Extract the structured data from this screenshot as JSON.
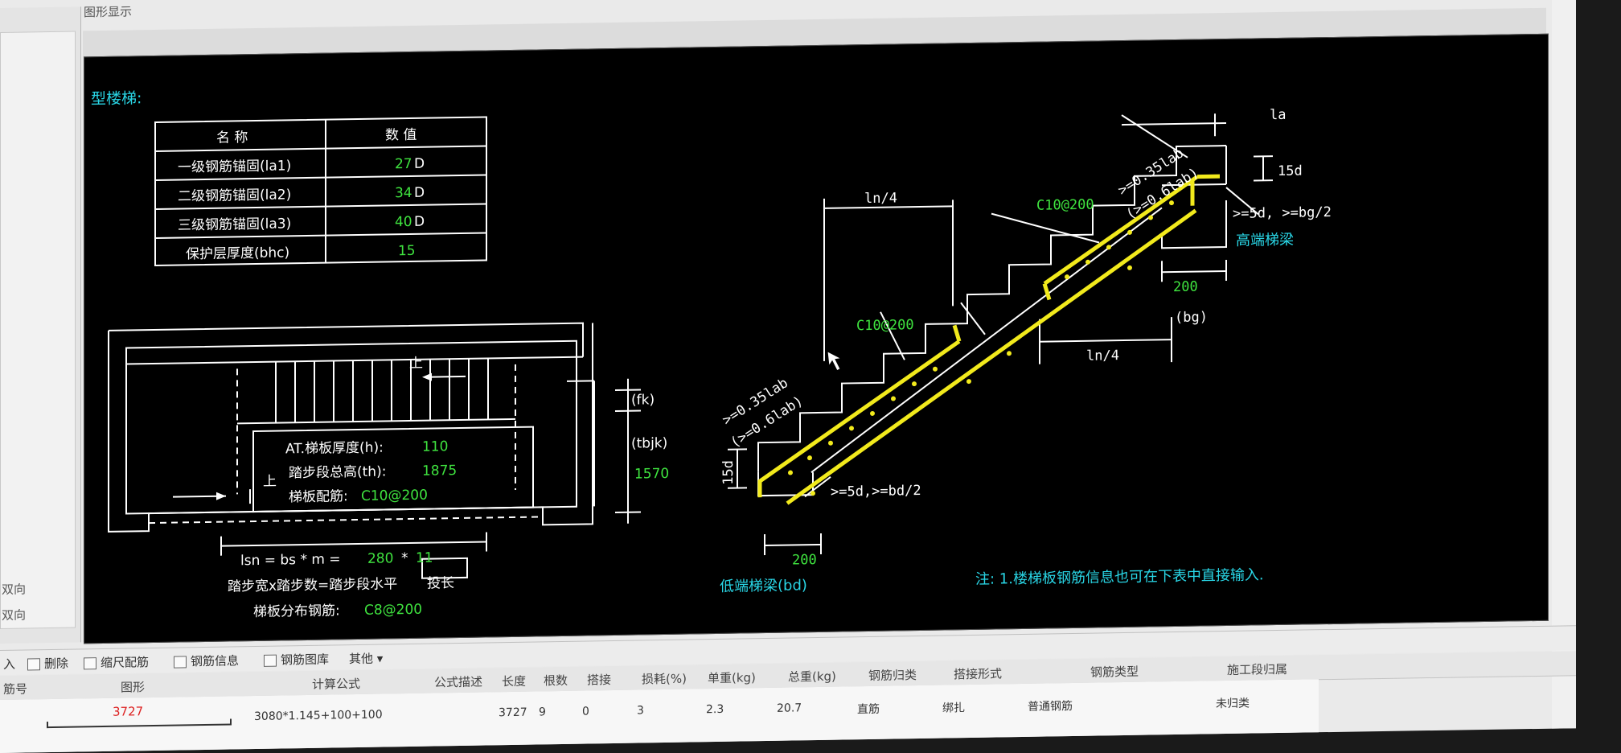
{
  "panel_title": "图形显示",
  "left_panel": {
    "labels": [
      "双向",
      "双向"
    ]
  },
  "drawing": {
    "heading": "型楼梯:",
    "anchorage_table": {
      "headers": [
        "名 称",
        "数 值"
      ],
      "rows": [
        {
          "name": "一级钢筋锚固(la1)",
          "value": "27",
          "unit": "D"
        },
        {
          "name": "二级钢筋锚固(la2)",
          "value": "34",
          "unit": "D"
        },
        {
          "name": "三级钢筋锚固(la3)",
          "value": "40",
          "unit": "D"
        },
        {
          "name": "保护层厚度(bhc)",
          "value": "15",
          "unit": ""
        }
      ]
    },
    "plan": {
      "up_label": "上",
      "up_label_2": "上",
      "thickness_label": "AT.梯板厚度(h):",
      "thickness_value": "110",
      "height_label": "踏步段总高(th):",
      "height_value": "1875",
      "rebar_label": "梯板配筋:",
      "rebar_value": "C10@200",
      "fk_label": "(fk)",
      "tbjk_label": "(tbjk)",
      "tbjk_value": "1570",
      "lsn_formula": "lsn = bs * m =",
      "bs_value": "280",
      "m_value": "11",
      "caption": "踏步宽x踏步数=踏步段水平",
      "caption_box": "投长",
      "dist_label": "梯板分布钢筋:",
      "dist_value": "C8@200"
    },
    "section": {
      "rebar_top": "C10@200",
      "rebar_bottom": "C10@200",
      "la_label": "la",
      "lab_high_1": ">=0.35lab",
      "lab_high_2": "(>=0.6lab)",
      "lab_low_1": ">=0.35lab",
      "lab_low_2": "(>=0.6lab)",
      "ln4_top": "ln/4",
      "ln4_right": "ln/4",
      "d15_right": "15d",
      "d15_left": "15d",
      "high_embed": ">=5d, >=bg/2",
      "low_embed": ">=5d,>=bd/2",
      "high_beam_label": "高端梯梁",
      "high_beam_width": "200",
      "bg_label": "(bg)",
      "low_beam_label": "低端梯梁(bd)",
      "low_beam_width": "200",
      "note": "注: 1.楼梯板钢筋信息也可在下表中直接输入."
    }
  },
  "toolbar": {
    "items": [
      "入",
      "删除",
      "缩尺配筋",
      "钢筋信息",
      "钢筋图库",
      "其他"
    ]
  },
  "table": {
    "headers": [
      "筋号",
      "图形",
      "计算公式",
      "公式描述",
      "长度",
      "根数",
      "搭接",
      "损耗(%)",
      "单重(kg)",
      "总重(kg)",
      "钢筋归类",
      "搭接形式",
      "钢筋类型",
      "施工段归属"
    ],
    "row": {
      "shape_length": "3727",
      "formula": "3080*1.145+100+100",
      "length": "3727",
      "count": "9",
      "lap": "0",
      "loss": "3",
      "unit_weight": "2.3",
      "total_weight": "20.7",
      "category": "直筋",
      "lap_form": "绑扎",
      "rebar_type": "普通钢筋",
      "stage": "未归类"
    }
  },
  "colors": {
    "cad_bg": "#000000",
    "cyan": "#29d6e6",
    "green": "#3fe33f",
    "yellow": "#f2ea1c",
    "line": "#ffffff"
  }
}
